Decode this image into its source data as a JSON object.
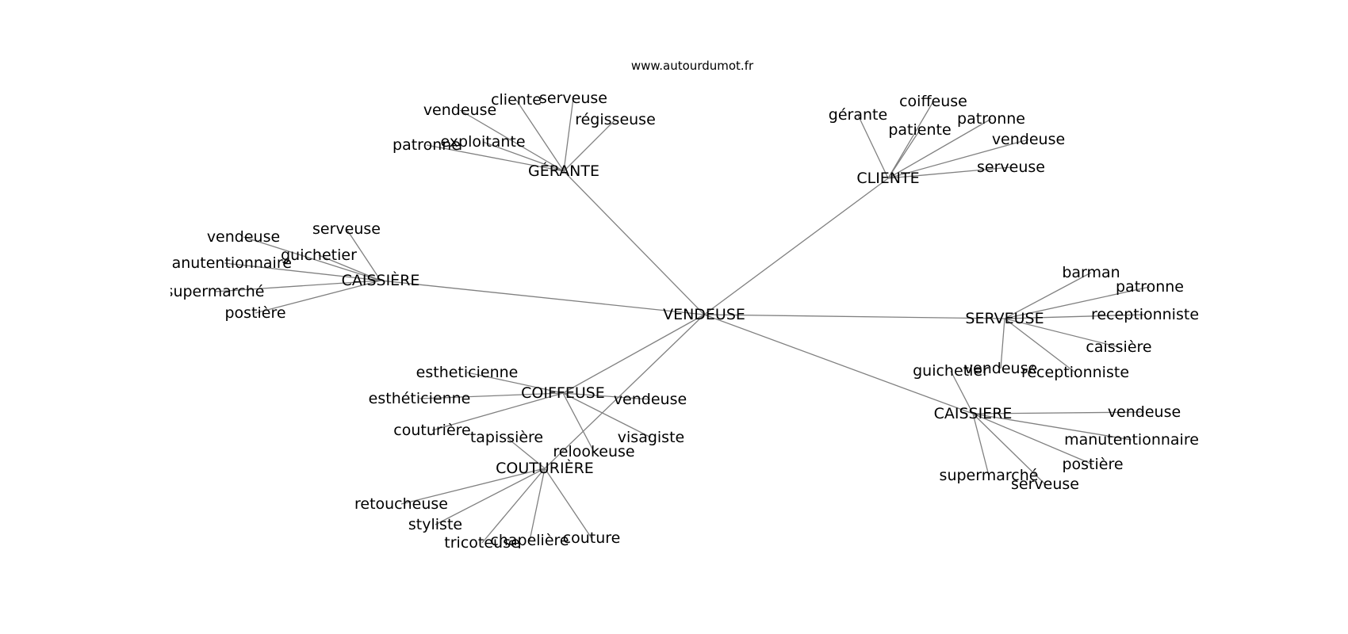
{
  "site": "www.autourdumot.fr",
  "graph": {
    "center": "VENDEUSE",
    "hubs": [
      {
        "label": "GÉRANTE",
        "leaves": [
          "vendeuse",
          "cliente",
          "serveuse",
          "régisseuse",
          "exploitante",
          "patronne"
        ]
      },
      {
        "label": "CLIENTE",
        "leaves": [
          "gérante",
          "coiffeuse",
          "patiente",
          "patronne",
          "vendeuse",
          "serveuse"
        ]
      },
      {
        "label": "CAISSIÈRE",
        "leaves": [
          "vendeuse",
          "serveuse",
          "guichetier",
          "manutentionnaire",
          "supermarché",
          "postière"
        ]
      },
      {
        "label": "SERVEUSE",
        "leaves": [
          "barman",
          "patronne",
          "receptionniste",
          "caissière",
          "réceptionniste",
          "vendeuse"
        ]
      },
      {
        "label": "COIFFEUSE",
        "leaves": [
          "estheticienne",
          "esthéticienne",
          "couturière",
          "vendeuse",
          "visagiste",
          "relookeuse"
        ]
      },
      {
        "label": "COUTURIÈRE",
        "leaves": [
          "tapissière",
          "retoucheuse",
          "styliste",
          "tricoteuse",
          "chapelière",
          "couture"
        ]
      },
      {
        "label": "CAISSIERE",
        "leaves": [
          "guichetier",
          "vendeuse",
          "manutentionnaire",
          "postière",
          "supermarché",
          "serveuse"
        ]
      }
    ]
  }
}
